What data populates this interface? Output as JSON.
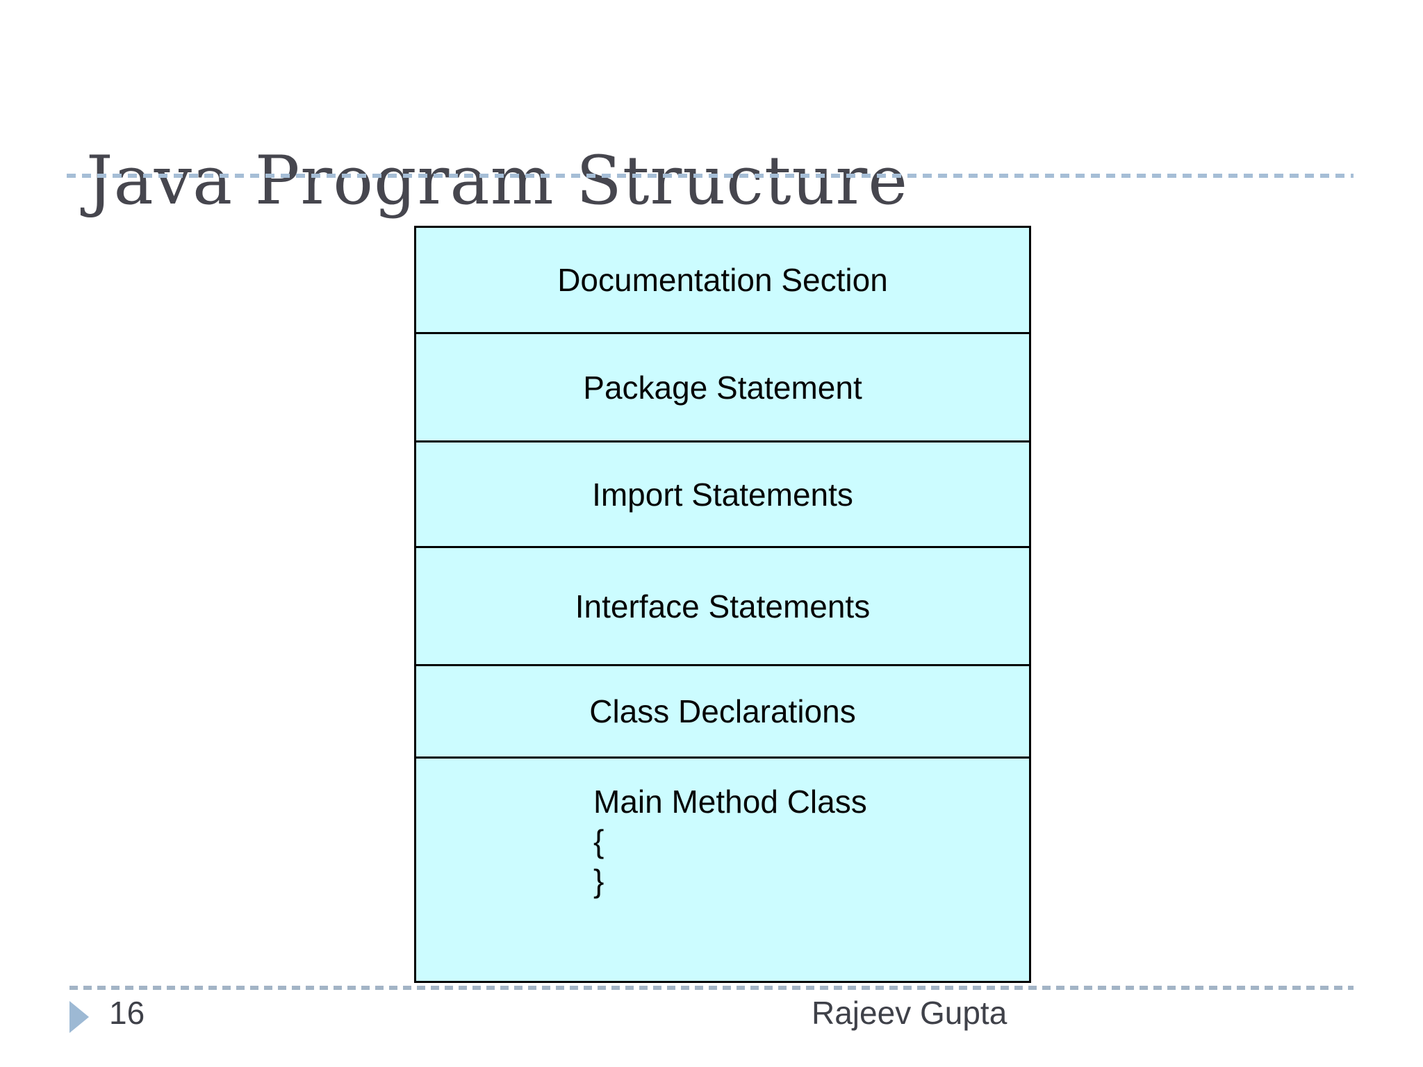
{
  "slide": {
    "title": "Java Program Structure",
    "footer": {
      "page_number": "16",
      "author": "Rajeev Gupta"
    }
  },
  "diagram": {
    "name": "java-program-structure-stack",
    "boxes": [
      {
        "label": "Documentation Section"
      },
      {
        "label": "Package Statement"
      },
      {
        "label": "Import Statements"
      },
      {
        "label": "Interface Statements"
      },
      {
        "label": "Class Declarations"
      },
      {
        "label": "Main Method Class",
        "lines": [
          "Main Method Class",
          "{",
          "}"
        ]
      }
    ]
  },
  "colors": {
    "box_fill": "#ccfcff",
    "box_border": "#000000",
    "title_text": "#46464e",
    "dash_top": "#a6bed6",
    "dash_bottom": "#a3b4c6",
    "marker_triangle": "#9db9d4",
    "footer_text": "#3f4149"
  }
}
